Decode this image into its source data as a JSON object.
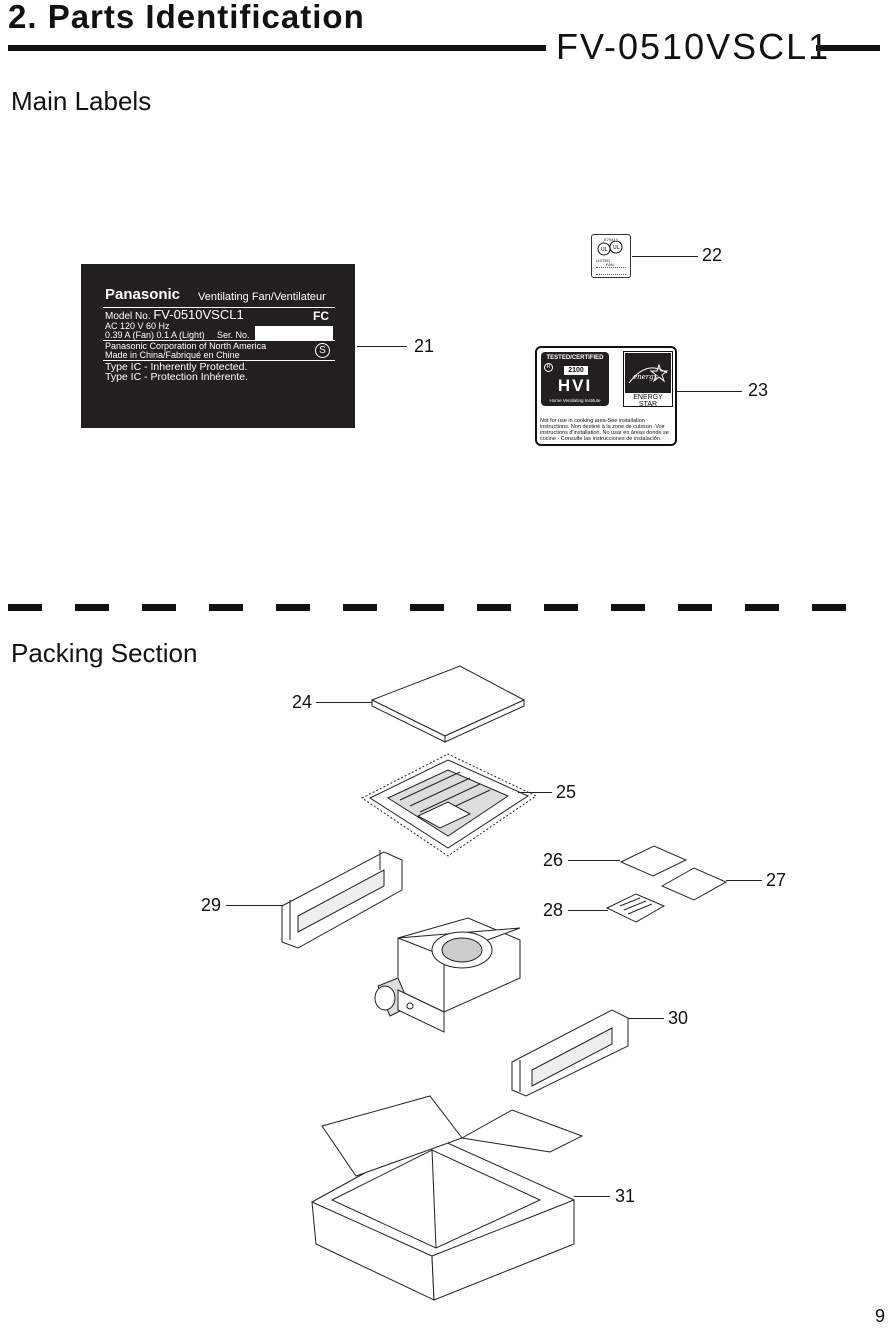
{
  "header": {
    "title": "2. Parts Identification",
    "model": "FV-0510VSCL1"
  },
  "sections": {
    "main_labels": "Main Labels",
    "packing": "Packing Section"
  },
  "label21": {
    "brand": "Panasonic",
    "desc": "Ventilating Fan/Ventilateur",
    "model_prefix": "Model No.",
    "model": "FV-0510VSCL1",
    "rating": "AC 120 V  60 Hz",
    "current": "0.39 A (Fan) 0.1 A (Light)",
    "serial": "Ser. No.",
    "corp": "Panasonic Corporation of North America",
    "made": "Made in China/Fabriqué en Chine",
    "type_en": "Type IC - Inherently Protected.",
    "type_fr": "Type IC - Protection Inhérente.",
    "fcc": "FC",
    "s_mark": "S"
  },
  "label22": {
    "code": "E79414",
    "listed": "LISTED",
    "fan": "FAN"
  },
  "label23": {
    "tested": "TESTED/CERTIFIED",
    "cfm": "2100",
    "hvi": "HVI",
    "institute": "Home Ventilating Institute",
    "energy": "ENERGY STAR",
    "fine": "Not for use in cooking area-See installation instructions. Non destiné à la zone de cuisson -Voir instructions d'installation. No usar en áreas donde se cocine - Consulte las instrucciones de instalación."
  },
  "callouts": {
    "n21": "21",
    "n22": "22",
    "n23": "23",
    "n24": "24",
    "n25": "25",
    "n26": "26",
    "n27": "27",
    "n28": "28",
    "n29": "29",
    "n30": "30",
    "n31": "31"
  },
  "page_number": "9"
}
